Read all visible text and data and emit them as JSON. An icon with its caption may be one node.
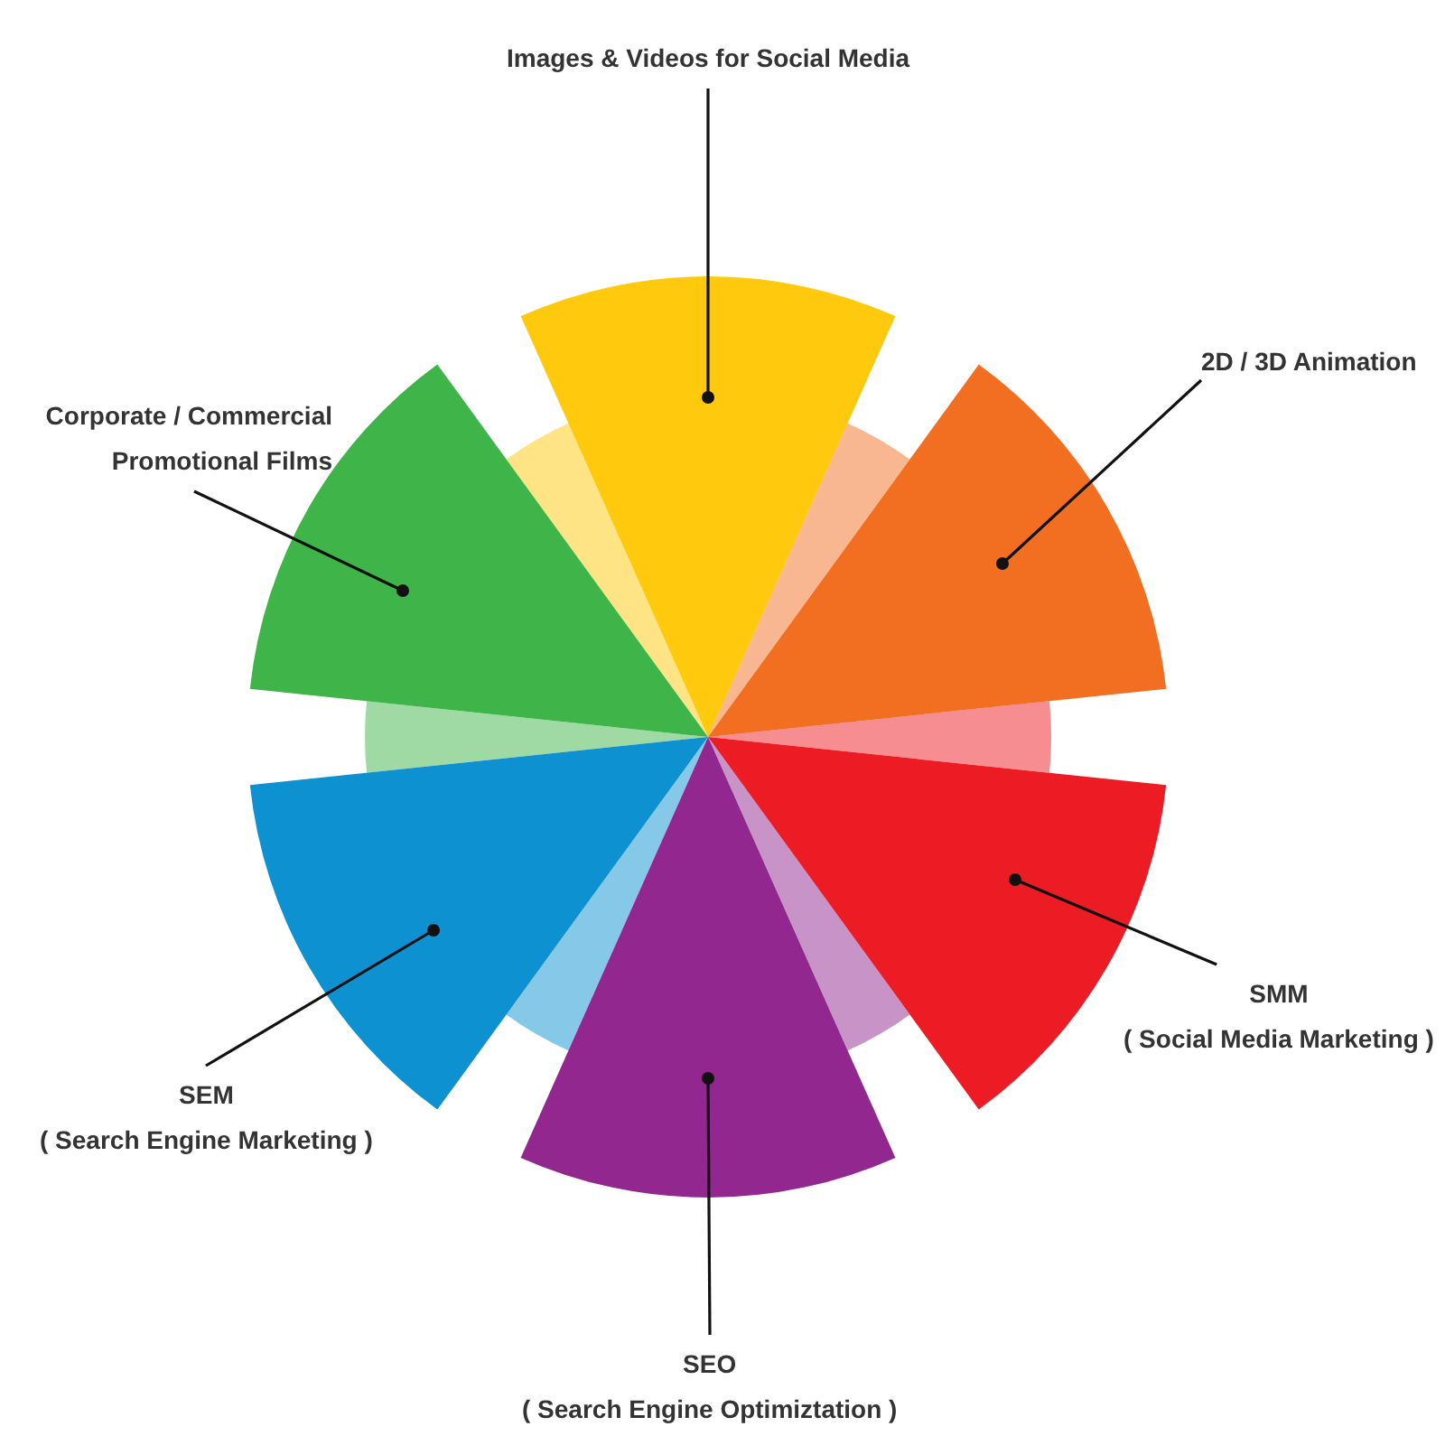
{
  "diagram": {
    "nodes": [
      {
        "text": [
          "Images & Videos for Social Media"
        ]
      },
      {
        "text": [],
        "shape": "wedge"
      },
      {
        "text": [
          "2D / 3D  Animation"
        ]
      },
      {
        "text": [],
        "shape": "wedge"
      },
      {
        "text": [
          "Corporate / Commercial Promotional Films"
        ]
      },
      {
        "text": [],
        "shape": "wedge"
      },
      {
        "text": [
          "SMM",
          "( Social Media Marketing )"
        ]
      },
      {
        "text": [],
        "shape": "wedge"
      },
      {
        "text": [
          "SEM",
          "( Search Engine Marketing )"
        ]
      },
      {
        "text": [],
        "shape": "wedge"
      },
      {
        "text": [
          "SEO",
          "( Search Engine Optimiztation )"
        ]
      },
      {
        "text": [],
        "shape": "wedge"
      }
    ],
    "edges": [
      {
        "from": 0,
        "to": 1,
        "arrow": "other"
      },
      {
        "from": 2,
        "to": 3,
        "arrow": "other"
      },
      {
        "from": 4,
        "to": 5,
        "arrow": "other"
      },
      {
        "from": 6,
        "to": 7,
        "arrow": "other"
      },
      {
        "from": 8,
        "to": 9,
        "arrow": "other"
      },
      {
        "from": 10,
        "to": 11,
        "arrow": "other"
      }
    ]
  }
}
